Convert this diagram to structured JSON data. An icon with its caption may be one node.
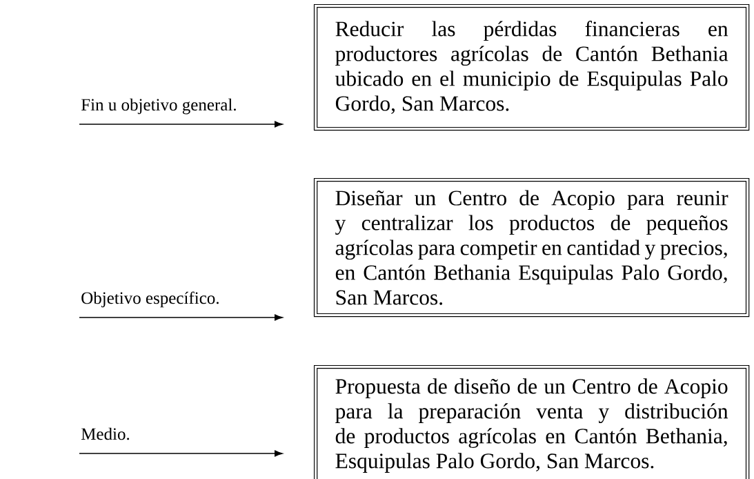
{
  "diagram": {
    "nodes": [
      {
        "text": [
          "Fin u objetivo general."
        ]
      },
      {
        "text": [
          "Reducir las pérdidas financieras en productores agrícolas de Cantón Bethania ubicado en el municipio de Esquipulas Palo Gordo, San Marcos."
        ]
      },
      {
        "text": [
          "Objetivo específico."
        ]
      },
      {
        "text": [
          "Diseñar un Centro de Acopio para reunir y centralizar los productos de pequeños agrícolas para competir en cantidad y precios, en Cantón Bethania Esquipulas Palo Gordo, San Marcos."
        ]
      },
      {
        "text": [
          "Medio."
        ]
      },
      {
        "text": [
          "Propuesta de diseño de un Centro de Acopio para la preparación venta y distribución de productos agrícolas en Cantón Bethania, Esquipulas Palo Gordo, San Marcos."
        ]
      }
    ],
    "edges": [
      {
        "from": 0,
        "to": 1,
        "arrow": "to"
      },
      {
        "from": 2,
        "to": 3,
        "arrow": "to"
      },
      {
        "from": 4,
        "to": 5,
        "arrow": "to"
      }
    ]
  }
}
